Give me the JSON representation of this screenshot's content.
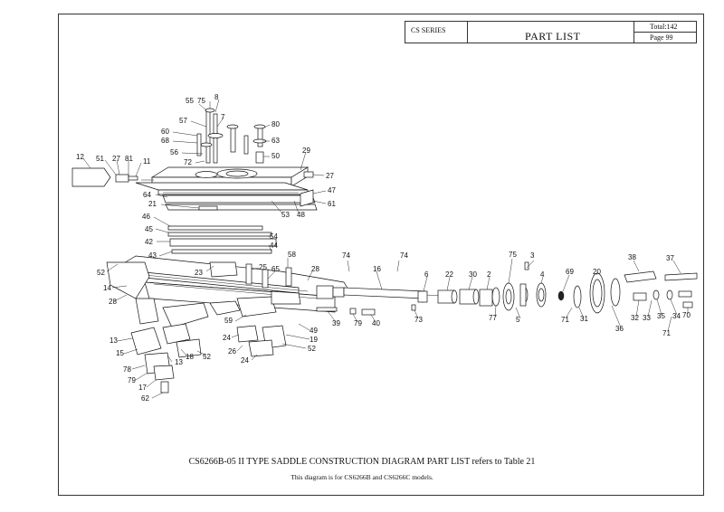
{
  "title_block": {
    "series": "CS SERIES",
    "title": "PART LIST",
    "total": "Total:142",
    "page": "Page 99"
  },
  "caption": "CS6266B-05 II TYPE SADDLE CONSTRUCTION DIAGRAM  PART LIST refers to Table 21",
  "note": "This diagram is for CS6266B and CS6266C  models.",
  "callouts": [
    "55",
    "75",
    "8",
    "57",
    "7",
    "80",
    "60",
    "68",
    "63",
    "56",
    "72",
    "50",
    "12",
    "51",
    "27",
    "81",
    "11",
    "29",
    "27",
    "64",
    "53",
    "48",
    "47",
    "21",
    "61",
    "46",
    "45",
    "42",
    "54",
    "44",
    "43",
    "74",
    "74",
    "75",
    "3",
    "16",
    "6",
    "22",
    "30",
    "2",
    "4",
    "69",
    "20",
    "38",
    "37",
    "52",
    "23",
    "25",
    "58",
    "28",
    "14",
    "28",
    "65",
    "59",
    "49",
    "39",
    "79",
    "40",
    "73",
    "77",
    "5",
    "71",
    "31",
    "36",
    "32",
    "33",
    "35",
    "34",
    "70",
    "71",
    "13",
    "15",
    "24",
    "26",
    "18",
    "19",
    "52",
    "52",
    "24",
    "13",
    "78",
    "79",
    "17",
    "62"
  ]
}
